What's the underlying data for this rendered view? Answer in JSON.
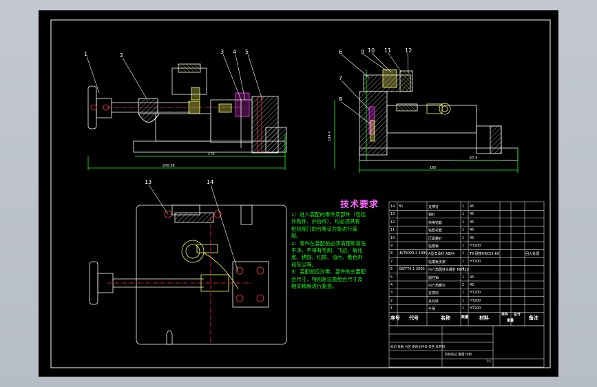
{
  "balloons": [
    "1",
    "2",
    "3",
    "4",
    "5",
    "6",
    "9",
    "10",
    "11",
    "12",
    "7",
    "8",
    "13",
    "14"
  ],
  "dims": {
    "front_width": "200.38",
    "front_inner": "170",
    "side_height": "104.4",
    "side_width": "160",
    "side_small": "67.4"
  },
  "tech": {
    "title": "技术要求",
    "lines": [
      "1：进入装配的零件及部件（包括",
      "外购件、外协件），均必须具有",
      "检验部门的合格证方能进行装",
      "配。",
      "2：零件在装配前必须清理和清洗",
      "干净，不得有毛刺、飞边、氧化",
      "皮、锈蚀、切屑、油污、着色剂",
      "和灰尘等。",
      "3：装配前应对零、部件的主要配",
      "合尺寸，特别是过盈配合尺寸及",
      "相关精度进行复查。"
    ]
  },
  "bom": {
    "rows": [
      {
        "no": "14",
        "code": "B1",
        "name": "支撑钉",
        "qty": "1",
        "mat": "45",
        "note": ""
      },
      {
        "no": "13",
        "code": "",
        "name": "销钉",
        "qty": "1",
        "mat": "45",
        "note": ""
      },
      {
        "no": "12",
        "code": "",
        "name": "快换钻套",
        "qty": "1",
        "mat": "45",
        "note": ""
      },
      {
        "no": "11",
        "code": "",
        "name": "钻套衬套",
        "qty": "1",
        "mat": "45",
        "note": ""
      },
      {
        "no": "10",
        "code": "",
        "name": "压紧螺钉",
        "qty": "1",
        "mat": "45",
        "note": ""
      },
      {
        "no": "9",
        "code": "",
        "name": "钻模板",
        "qty": "1",
        "mat": "HT200",
        "note": ""
      },
      {
        "no": "8",
        "code": "JB/T8029.2-1999",
        "name": "A型支承钉 A8X4",
        "qty": "1",
        "mat": "T8 硬度HRC55-60",
        "note": "回火处理"
      },
      {
        "no": "7",
        "code": "",
        "name": "钻模板支架",
        "qty": "1",
        "mat": "HT200",
        "note": ""
      },
      {
        "no": "6",
        "code": "GB/T70.1-2000",
        "name": "内六角圆柱头螺钉 M8X20",
        "qty": "4",
        "mat": "",
        "note": ""
      },
      {
        "no": "5",
        "code": "",
        "name": "圆柱销",
        "qty": "1",
        "mat": "45",
        "note": ""
      },
      {
        "no": "4",
        "code": "",
        "name": "内六角螺钉",
        "qty": "2",
        "mat": "45",
        "note": ""
      },
      {
        "no": "3",
        "code": "",
        "name": "支撑块",
        "qty": "1",
        "mat": "HT200",
        "note": ""
      },
      {
        "no": "2",
        "code": "",
        "name": "夹具体",
        "qty": "1",
        "mat": "HT200",
        "note": ""
      },
      {
        "no": "1",
        "code": "",
        "name": "手柄",
        "qty": "1",
        "mat": "HT200",
        "note": ""
      }
    ],
    "header": {
      "no": "序号",
      "code": "代号",
      "name": "名称",
      "qty": "数量",
      "mat": "材料",
      "unit": "单件",
      "total": "总计",
      "weight": "重量",
      "note": "备注"
    }
  },
  "title_block": {
    "row1": "标记 处数 分区 更改文件号 签名 年月日",
    "row2": "阶段标记 重量 比例",
    "scale": "1:1"
  }
}
